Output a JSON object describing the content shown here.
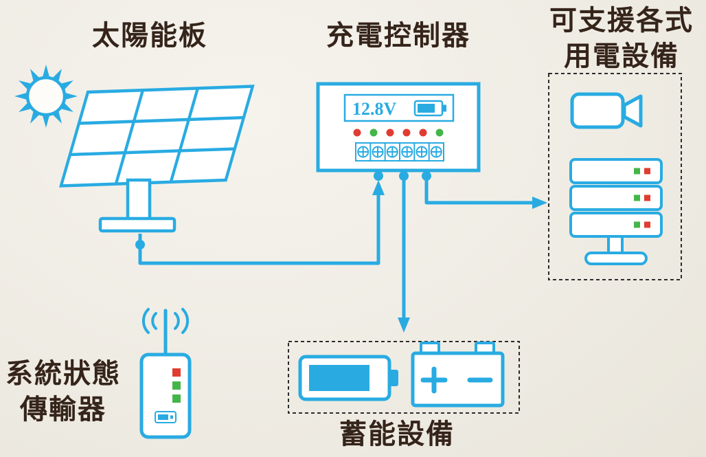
{
  "colors": {
    "accent": "#29abe2",
    "text": "#35241a",
    "dashed_border": "#2b2b2b",
    "led_red": "#e03c31",
    "led_green": "#44b649"
  },
  "labels": {
    "solar_panel": "太陽能板",
    "charge_controller": "充電控制器",
    "devices_line1": "可支援各式",
    "devices_line2": "用電設備",
    "transmitter_line1": "系統狀態",
    "transmitter_line2": "傳輸器",
    "storage": "蓄能設備"
  },
  "controller": {
    "display_voltage": "12.8V",
    "leds": [
      "#e03c31",
      "#44b649",
      "#e03c31",
      "#e03c31",
      "#e03c31",
      "#44b649"
    ]
  },
  "transmitter": {
    "leds": [
      "#e03c31",
      "#44b649",
      "#44b649"
    ]
  },
  "devices": {
    "server_leds": [
      [
        "#44b649",
        "#e03c31"
      ],
      [
        "#44b649",
        "#e03c31"
      ],
      [
        "#44b649",
        "#e03c31"
      ]
    ]
  }
}
